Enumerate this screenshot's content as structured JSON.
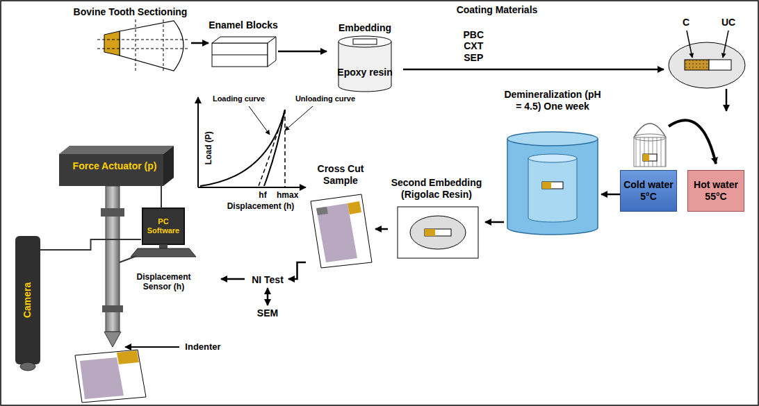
{
  "diagram": {
    "nodes": [
      {
        "text": [
          "Bovine Tooth Sectioning"
        ]
      },
      {
        "text": [
          "Enamel Blocks"
        ]
      },
      {
        "text": [
          "Embedding",
          "Epoxy resin"
        ]
      },
      {
        "text": [
          "C",
          "UC"
        ]
      },
      {
        "text": [
          "Hot water 55°C"
        ]
      },
      {
        "text": [
          "Cold water 5°C"
        ]
      },
      {
        "text": [
          "Demineralization (pH = 4.5) One week"
        ]
      },
      {
        "text": [
          "Second Embedding (Rigolac Resin)"
        ]
      },
      {
        "text": [
          "Cross Cut Sample"
        ]
      },
      {
        "text": [
          "NI Test"
        ]
      },
      {
        "text": [
          "SEM"
        ]
      },
      {
        "text": [
          "Force Actuator (p)"
        ]
      },
      {
        "text": [
          "PC Software"
        ]
      },
      {
        "text": [
          "Camera"
        ]
      }
    ],
    "edges": [
      {
        "from": 0,
        "to": 1,
        "arrow": "to"
      },
      {
        "from": 1,
        "to": 2,
        "arrow": "to"
      },
      {
        "from": 2,
        "to": 3,
        "arrow": "to",
        "label": "PBC CXT SEP"
      },
      {
        "from": 5,
        "to": 6,
        "arrow": "to"
      },
      {
        "from": 6,
        "to": 7,
        "arrow": "to"
      },
      {
        "from": 7,
        "to": 8,
        "arrow": "to"
      },
      {
        "from": 8,
        "to": 9,
        "arrow": "to"
      },
      {
        "from": 9,
        "to": 10,
        "arrow": "both"
      },
      {
        "from": 11,
        "to": 12,
        "arrow": "none"
      },
      {
        "from": 13,
        "to": 12,
        "arrow": "none"
      }
    ],
    "labels": [
      "Coating Materials",
      "Loading curve",
      "Unloading curve",
      "Load (P)",
      "Displacement (h)",
      "hf",
      "hmax",
      "Displacement Sensor (h)",
      "Indenter"
    ]
  }
}
